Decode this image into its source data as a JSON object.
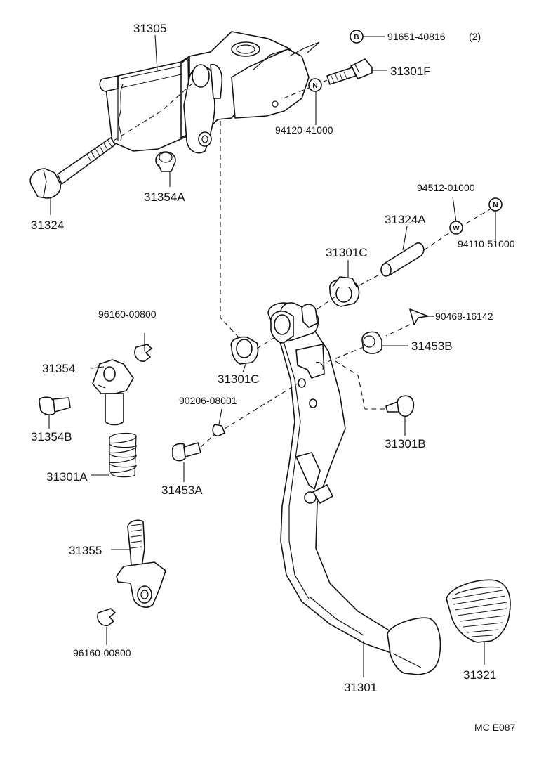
{
  "labels": {
    "p31305": "31305",
    "p31324": "31324",
    "p31354A": "31354A",
    "p91651": "91651-40816",
    "p91651_qty": "(2)",
    "p31301F": "31301F",
    "p94120": "94120-41000",
    "p94512": "94512-01000",
    "p31324A": "31324A",
    "p94110": "94110-51000",
    "p31301C_top": "31301C",
    "p90468": "90468-16142",
    "p96160_top": "96160-00800",
    "p31453B": "31453B",
    "p31354": "31354",
    "p31301C_bot": "31301C",
    "p31354B": "31354B",
    "p90206": "90206-08001",
    "p31301B": "31301B",
    "p31301A": "31301A",
    "p31453A": "31453A",
    "p31355": "31355",
    "p96160_bot": "96160-00800",
    "p31301": "31301",
    "p31321": "31321",
    "drawing_code": "MC E087"
  },
  "badges": {
    "b": "B",
    "n1": "N",
    "w": "W",
    "n2": "N"
  }
}
